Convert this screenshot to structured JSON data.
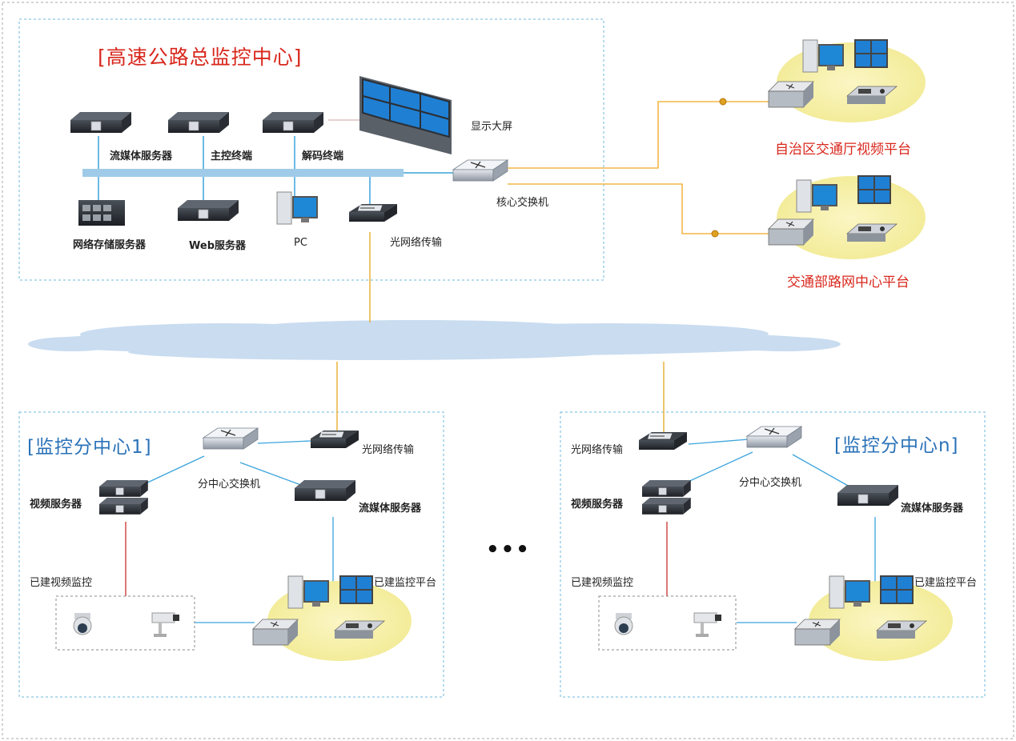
{
  "hq": {
    "title": "[高速公路总监控中心]",
    "stream_server": "流媒体服务器",
    "main_control": "主控终端",
    "decoder": "解码终端",
    "display_wall": "显示大屏",
    "nas": "网络存储服务器",
    "web_server": "Web服务器",
    "pc": "PC",
    "fiber": "光网络传输",
    "core_switch": "核心交换机"
  },
  "remote": {
    "regional": "自治区交通厅视频平台",
    "ministry": "交通部路网中心平台"
  },
  "sub1": {
    "title": "[监控分中心1]",
    "switch": "分中心交换机",
    "fiber": "光网络传输",
    "video_server": "视频服务器",
    "stream_server": "流媒体服务器",
    "existing_video": "已建视频监控",
    "existing_platform": "已建监控平台"
  },
  "subn": {
    "title": "[监控分中心n]",
    "switch": "分中心交换机",
    "fiber": "光网络传输",
    "video_server": "视频服务器",
    "stream_server": "流媒体服务器",
    "existing_video": "已建视频监控",
    "existing_platform": "已建监控平台"
  },
  "ellipsis": "•••",
  "colors": {
    "blue_link": "#3aa4dc",
    "fiber_link": "#e8b23a",
    "copper_link": "#c9302c",
    "remote_link": "#f0a820",
    "title_red": "#d8271c",
    "title_blue": "#2a72b8",
    "cloud": "#c9dcf0"
  }
}
